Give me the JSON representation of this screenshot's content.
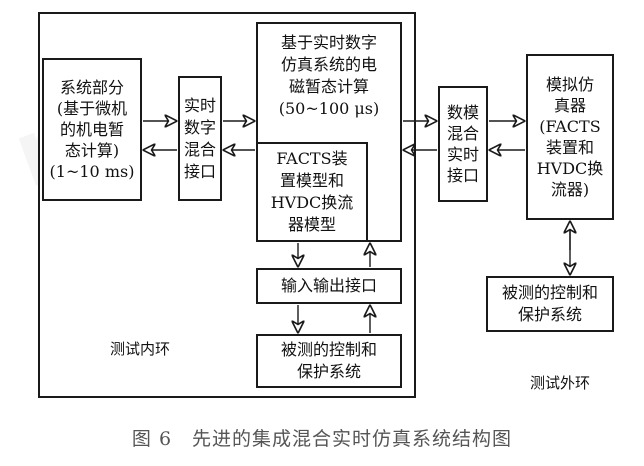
{
  "system_part": [
    "系统部分",
    "(基于微机",
    "的机电暂",
    "态计算)",
    "(1~10 ms)"
  ],
  "rt_digital_interface": [
    "实时",
    "数字",
    "混合",
    "接口"
  ],
  "em_transient": [
    "基于实时数字",
    "仿真系统的电",
    "磁暂态计算",
    "(50~100 μs)"
  ],
  "facts_hvdc_model": [
    "FACTS装",
    "置模型和",
    "HVDC换流",
    "器模型"
  ],
  "io_interface": "输入输出接口",
  "control_protection_inner": [
    "被测的控制和",
    "保护系统"
  ],
  "digital_analog_interface": [
    "数模",
    "混合",
    "实时",
    "接口"
  ],
  "analog_simulator": [
    "模拟仿",
    "真器",
    "(FACTS",
    "装置和",
    "HVDC换",
    "流器)"
  ],
  "control_protection_outer": [
    "被测的控制和",
    "保护系统"
  ],
  "inner_loop_label": "测试内环",
  "outer_loop_label": "测试外环",
  "caption": "图 6　先进的集成混合实时仿真系统结构图"
}
